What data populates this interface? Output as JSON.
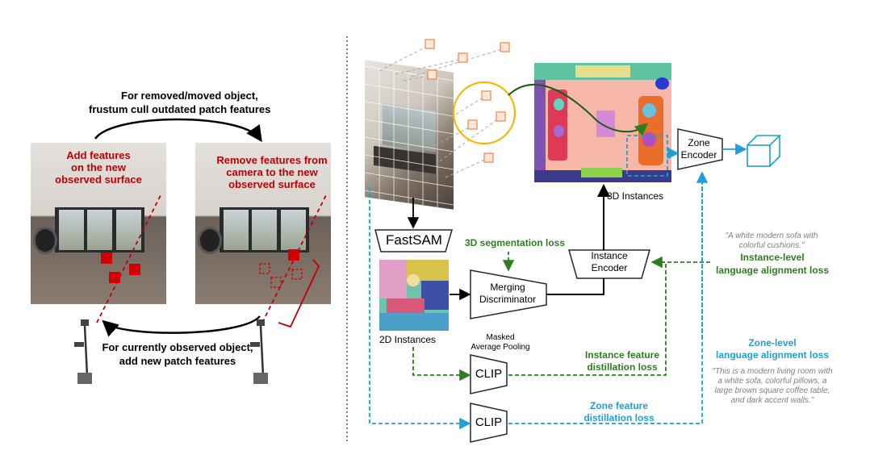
{
  "left_panel": {
    "top_caption_line1": "For removed/moved object,",
    "top_caption_line2": "frustum cull outdated patch features",
    "add_label_line1": "Add features",
    "add_label_line2": "on the new",
    "add_label_line3": "observed surface",
    "remove_label_line1": "Remove features from",
    "remove_label_line2": "camera to the new",
    "remove_label_line3": "observed surface",
    "bottom_caption_line1": "For currently observed object,",
    "bottom_caption_line2": "add new patch features"
  },
  "right_panel": {
    "fastsam_label": "FastSAM",
    "seg_loss_label": "3D segmentation loss",
    "instance_encoder_line1": "Instance",
    "instance_encoder_line2": "Encoder",
    "merging_line1": "Merging",
    "merging_line2": "Discriminator",
    "instances_3d_label": "3D Instances",
    "instances_2d_label": "2D Instances",
    "zone_encoder_line1": "Zone",
    "zone_encoder_line2": "Encoder",
    "masked_pool_line1": "Masked",
    "masked_pool_line2": "Average Pooling",
    "clip_label_1": "CLIP",
    "clip_label_2": "CLIP",
    "instance_distill_line1": "Instance feature",
    "instance_distill_line2": "distillation loss",
    "zone_distill_line1": "Zone feature",
    "zone_distill_line2": "distillation loss",
    "instance_align_line1": "Instance-level",
    "instance_align_line2": "language alignment loss",
    "zone_align_line1": "Zone-level",
    "zone_align_line2": "language alignment loss",
    "sofa_quote_line1": "\"A white modern sofa with",
    "sofa_quote_line2": "colorful cushions.\"",
    "room_quote_line1": "\"This is a modern living room with",
    "room_quote_line2": "a white sofa, colorful pillows, a",
    "room_quote_line3": "large brown square coffee table,",
    "room_quote_line4": "and dark accent walls.\""
  },
  "colors": {
    "red": "#c00000",
    "green": "#2e7d1f",
    "blue": "#1e9fd6",
    "orange": "#f08c50",
    "yellow": "#f2b705",
    "gray": "#808080"
  },
  "icons": [
    "robot-camera-icon",
    "cube-icon"
  ]
}
